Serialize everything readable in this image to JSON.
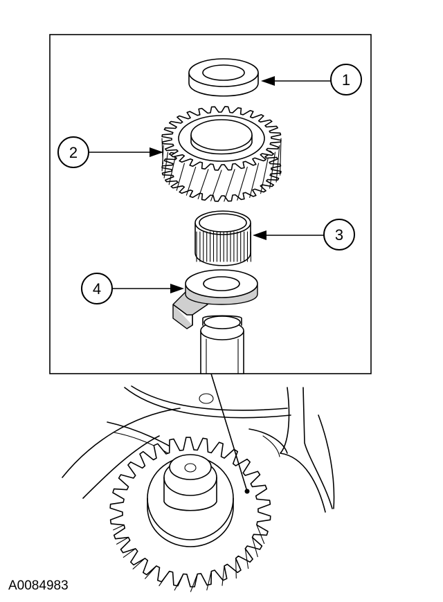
{
  "figure": {
    "id": "A0084983",
    "callouts": [
      "1",
      "2",
      "3",
      "4"
    ]
  },
  "parts": [
    {
      "callout": "1",
      "icon": "thrust-washer-icon"
    },
    {
      "callout": "2",
      "icon": "helical-gear-icon"
    },
    {
      "callout": "3",
      "icon": "needle-bearing-icon"
    },
    {
      "callout": "4",
      "icon": "tabbed-thrust-washer-icon"
    }
  ],
  "colors": {
    "line": "#000000",
    "background": "#ffffff"
  }
}
